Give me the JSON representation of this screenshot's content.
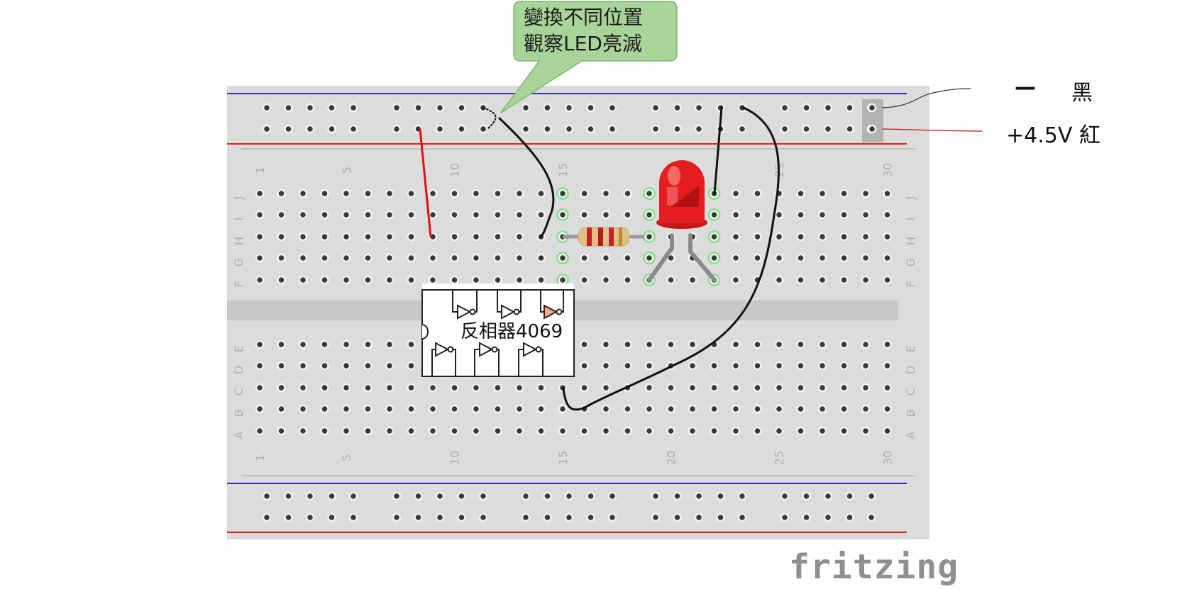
{
  "callout": {
    "line1": "變換不同位置",
    "line2": "觀察LED亮滅"
  },
  "legend": {
    "negative_symbol": "—",
    "negative_color_label": "黑",
    "positive_label": "+4.5V 紅"
  },
  "ic": {
    "label": "反相器4069"
  },
  "brand": "fritzing",
  "breadboard": {
    "column_numbers": [
      "1",
      "5",
      "10",
      "15",
      "20",
      "25",
      "30"
    ],
    "upper_row_letters": [
      "J",
      "I",
      "H",
      "G",
      "F"
    ],
    "lower_row_letters": [
      "E",
      "D",
      "C",
      "B",
      "A"
    ]
  },
  "colors": {
    "board": "#dcdcdc",
    "hole": "#3a3a3a",
    "rail_blue": "#2233cc",
    "rail_red": "#dd2222",
    "wire_black": "#111111",
    "wire_red": "#e01010",
    "highlight_green": "#8ee08e",
    "callout_fill": "#a8d49a",
    "led": "#e11a1a"
  }
}
